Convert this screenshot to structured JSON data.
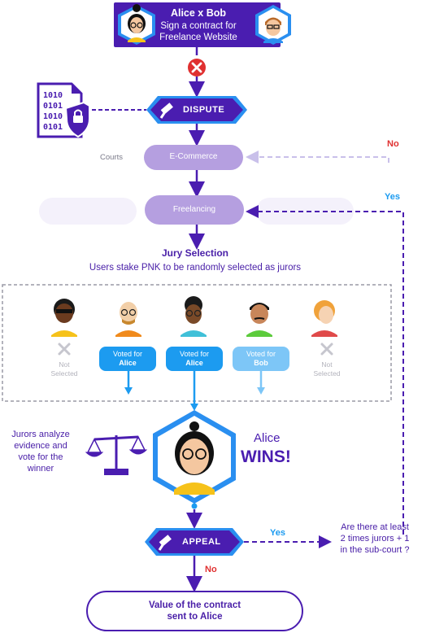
{
  "contract": {
    "title": "Alice x Bob",
    "subtitle_line1": "Sign a contract for",
    "subtitle_line2": "Freelance Website"
  },
  "data_icon": {
    "bits": [
      "1010",
      "0101",
      "1010",
      "0101"
    ]
  },
  "dispute": {
    "label": "DISPUTE"
  },
  "courts": {
    "label": "Courts",
    "ecommerce": "E-Commerce",
    "freelancing": "Freelancing"
  },
  "loop": {
    "no": "No",
    "yes": "Yes"
  },
  "jury": {
    "title": "Jury Selection",
    "subtitle": "Users stake PNK to be randomly selected as jurors"
  },
  "jurors": [
    {
      "state": "not_selected",
      "line1": "Not",
      "line2": "Selected"
    },
    {
      "state": "voted",
      "line1": "Voted for",
      "line2": "Alice",
      "color": "#1c9bf0"
    },
    {
      "state": "voted",
      "line1": "Voted for",
      "line2": "Alice",
      "color": "#1c9bf0"
    },
    {
      "state": "voted",
      "line1": "Voted for",
      "line2": "Bob",
      "color": "#7dc6f7"
    },
    {
      "state": "not_selected",
      "line1": "Not",
      "line2": "Selected"
    }
  ],
  "analysis": {
    "line1": "Jurors analyze",
    "line2": "evidence and",
    "line3": "vote for the",
    "line4": "winner"
  },
  "winner": {
    "name": "Alice",
    "wins": "WINS!"
  },
  "appeal": {
    "label": "APPEAL",
    "yes": "Yes",
    "no": "No",
    "question_line1": "Are there at least",
    "question_line2": "2 times jurors + 1",
    "question_line3": "in the sub-court ?"
  },
  "result": {
    "line1": "Value of the contract",
    "line2": "sent to Alice"
  },
  "colors": {
    "purple": "#4a1db0",
    "hex_blue": "#2a8ff0",
    "light_purple": "#b59fe0",
    "juror_blue": "#1c9bf0",
    "juror_light_blue": "#7dc6f7",
    "red": "#e03030"
  }
}
